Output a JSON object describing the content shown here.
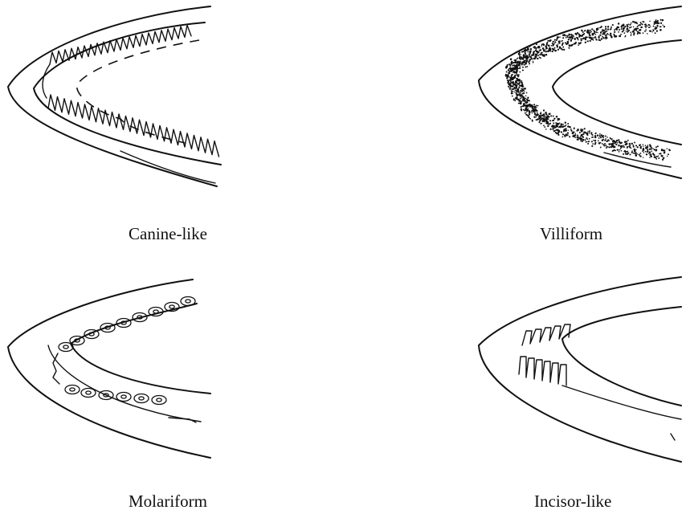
{
  "figure": {
    "panels": [
      {
        "id": "canine",
        "label": "Canine-like"
      },
      {
        "id": "villiform",
        "label": "Villiform"
      },
      {
        "id": "molariform",
        "label": "Molariform"
      },
      {
        "id": "incisor",
        "label": "Incisor-like"
      }
    ]
  }
}
